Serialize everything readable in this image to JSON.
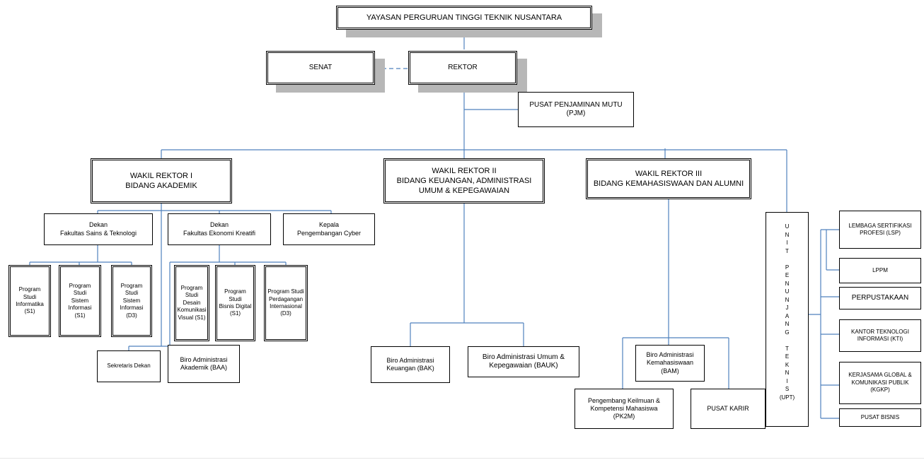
{
  "yayasan": "YAYASAN PERGURUAN TINGGI TEKNIK NUSANTARA",
  "senat": "SENAT",
  "rektor": "REKTOR",
  "pjm": "PUSAT PENJAMINAN MUTU (PJM)",
  "wr1": {
    "line1": "WAKIL REKTOR  I",
    "line2": "BIDANG AKADEMIK"
  },
  "wr2": {
    "line1": "WAKIL REKTOR II",
    "line2": "BIDANG KEUANGAN, ADMINISTRASI",
    "line3": "UMUM & KEPEGAWAIAN"
  },
  "wr3": {
    "line1": "WAKIL REKTOR III",
    "line2": "BIDANG KEMAHASISWAAN DAN ALUMNI"
  },
  "dekan_fst": {
    "line1": "Dekan",
    "line2": "Fakultas Sains & Teknologi"
  },
  "dekan_fek": {
    "line1": "Dekan",
    "line2": "Fakultas Ekonomi Kreatifi"
  },
  "kepala_cyber": {
    "line1": "Kepala",
    "line2": "Pengembangan Cyber"
  },
  "prodi": [
    {
      "lines": [
        "Program",
        "Studi",
        "Informatika",
        "(S1)"
      ]
    },
    {
      "lines": [
        "Program",
        "Studi",
        "Sistem",
        "Informasi (S1)"
      ]
    },
    {
      "lines": [
        "Program",
        "Studi",
        "Sistem",
        "Informasi",
        "(D3)"
      ]
    },
    {
      "lines": [
        "Program",
        "Studi",
        "Desain",
        "Komunikasi",
        "Visual (S1)"
      ]
    },
    {
      "lines": [
        "Program",
        "Studi",
        "Bisnis Digital",
        "(S1)"
      ]
    },
    {
      "lines": [
        "Program Studi",
        "Perdagangan",
        "Internasional",
        "(D3)"
      ]
    }
  ],
  "sekretaris": "Sekretaris Dekan",
  "baa": {
    "line1": "Biro Administrasi",
    "line2": "Akademik (BAA)"
  },
  "bak": {
    "line1": "Biro Administrasi",
    "line2": "Keuangan (BAK)"
  },
  "bauk": {
    "line1": "Biro Administrasi Umum &",
    "line2": "Kepegawaian (BAUK)"
  },
  "bam": {
    "line1": "Biro Administrasi",
    "line2": "Kemahasiswaan",
    "line3": "(BAM)"
  },
  "pk2m": {
    "line1": "Pengembang Keilmuan &",
    "line2": "Kompetensi Mahasiswa",
    "line3": "(PK2M)"
  },
  "karir": "PUSAT KARIR",
  "upt_letters": [
    "U",
    "N",
    "I",
    "T",
    "",
    "P",
    "E",
    "N",
    "U",
    "N",
    "J",
    "A",
    "N",
    "G",
    "",
    "T",
    "E",
    "K",
    "N",
    "I",
    "S",
    "(UPT)"
  ],
  "lsp": {
    "line1": "LEMBAGA SERTIFIKASI",
    "line2": "PROFESI (LSP)"
  },
  "lppm": "LPPM",
  "perpus": "PERPUSTAKAAN",
  "kti": {
    "line1": "KANTOR TEKNOLOGI",
    "line2": "INFORMASI (KTI)"
  },
  "kgkp": {
    "line1": "KERJASAMA GLOBAL &",
    "line2": "KOMUNIKASI PUBLIK",
    "line3": "(KGKP)"
  },
  "bisnis": "PUSAT BISNIS",
  "colors": {
    "line": "#4f81bd",
    "shadow": "#b7b7b7"
  }
}
